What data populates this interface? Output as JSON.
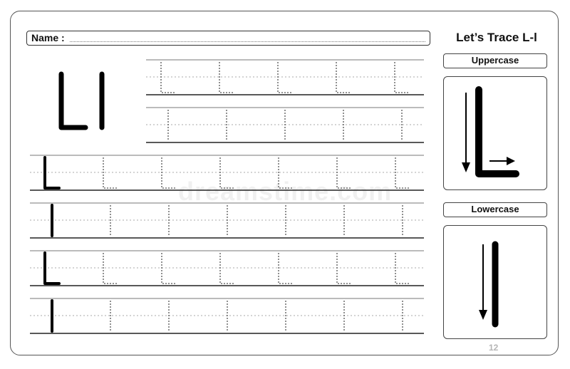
{
  "worksheet": {
    "name_label": "Name :",
    "title": "Let’s Trace L-l",
    "uppercase_label": "Uppercase",
    "lowercase_label": "Lowercase",
    "page_number": "12",
    "watermark": "dreamstime.com"
  },
  "letters": {
    "upper": "L",
    "lower": "l"
  }
}
